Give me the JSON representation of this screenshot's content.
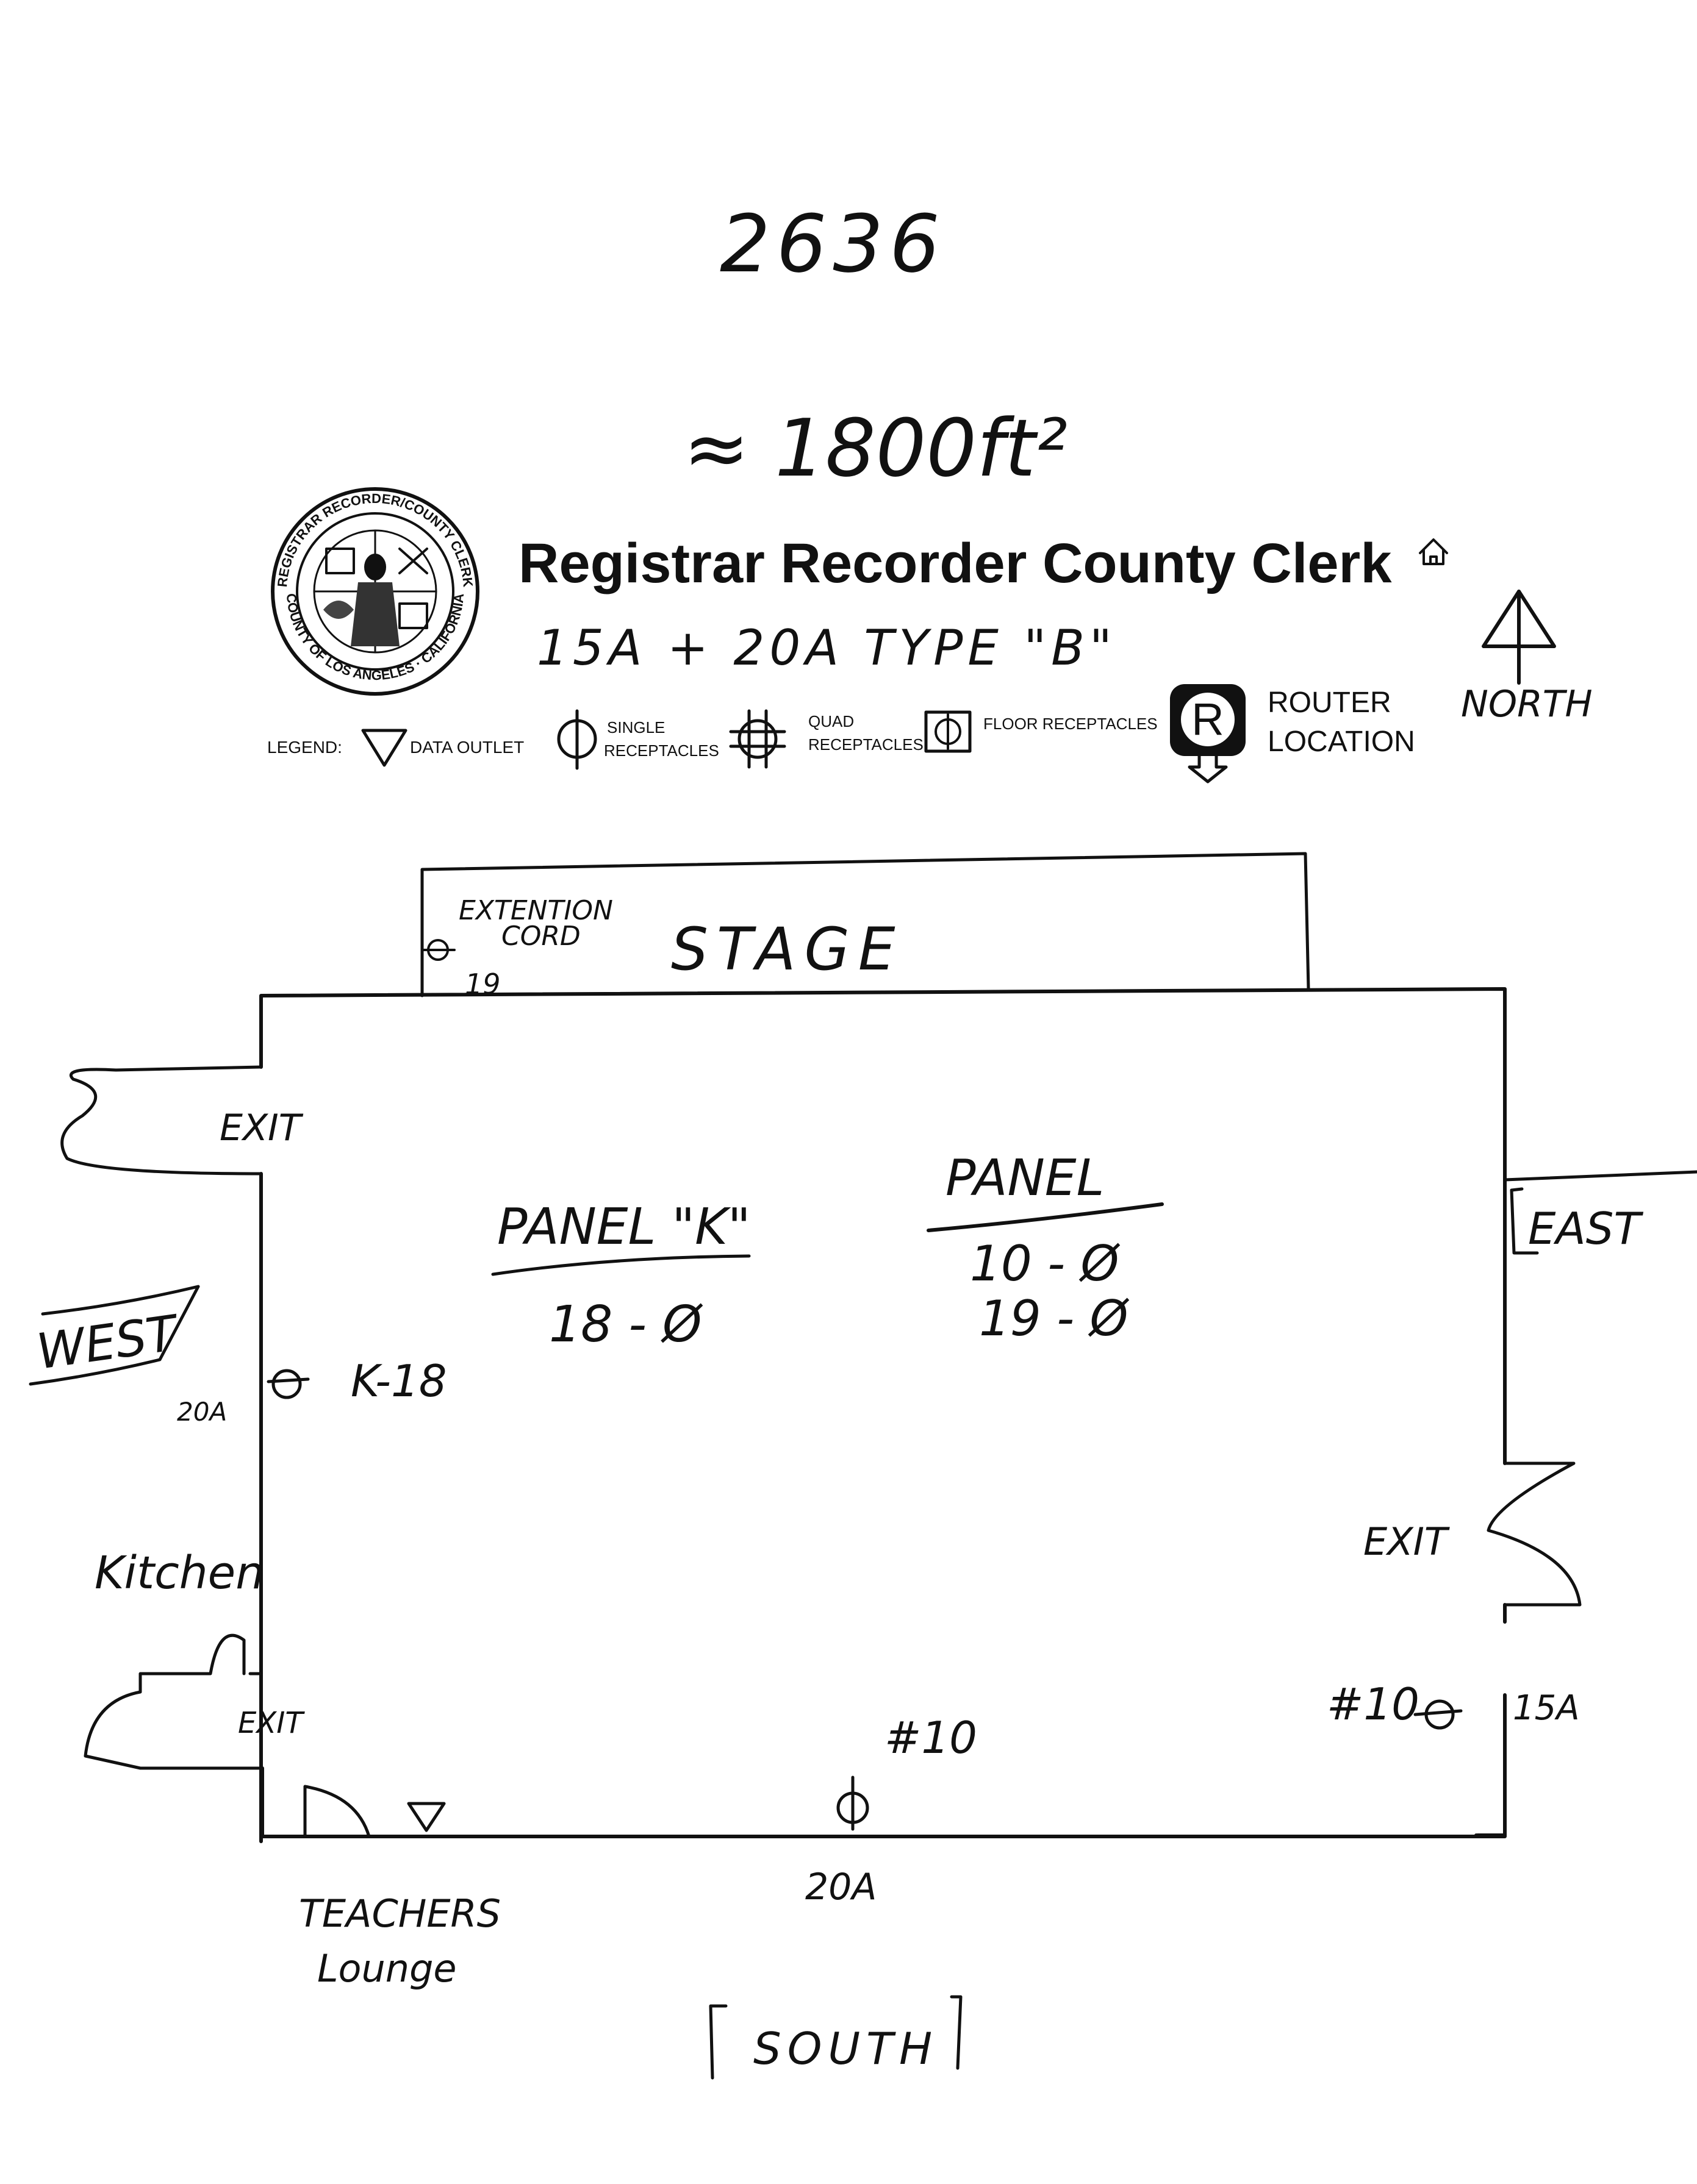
{
  "header": {
    "site_number": "2636",
    "area": "≈ 1800ft²",
    "org_name": "Registrar Recorder County Clerk",
    "seal_text_top": "REGISTRAR RECORDER/COUNTY CLERK",
    "seal_text_bottom": "COUNTY OF LOS ANGELES · CALIFORNIA",
    "power_note": "15A + 20A TYPE \"B\"",
    "north_label": "NORTH"
  },
  "legend": {
    "label": "LEGEND:",
    "items": [
      {
        "symbol": "data-outlet-icon",
        "text_lines": [
          "DATA OUTLET"
        ]
      },
      {
        "symbol": "single-receptacle-icon",
        "text_lines": [
          "SINGLE",
          "RECEPTACLES"
        ]
      },
      {
        "symbol": "quad-receptacle-icon",
        "text_lines": [
          "QUAD",
          "RECEPTACLES"
        ]
      },
      {
        "symbol": "floor-receptacle-icon",
        "text_lines": [
          "FLOOR RECEPTACLES"
        ]
      }
    ],
    "router_letter": "R",
    "router_lines": [
      "ROUTER",
      "LOCATION"
    ]
  },
  "plan": {
    "stage_label": "STAGE",
    "extension_cord_lines": [
      "EXTENTION",
      "CORD"
    ],
    "extension_cord_number": "19",
    "exit_label": "EXIT",
    "west_label": "WEST",
    "east_label": "EAST",
    "south_label": "SOUTH",
    "kitchen_label": "Kitchen",
    "teachers_lounge_lines": [
      "TEACHERS",
      "Lounge"
    ],
    "panel_k": {
      "title": "PANEL \"K\"",
      "circuits": [
        "18 - Ø"
      ]
    },
    "panel": {
      "title": "PANEL",
      "circuits": [
        "10 - Ø",
        "19 - Ø"
      ]
    },
    "west_outlet": {
      "amp": "20A",
      "label": "K-18"
    },
    "east_outlet": {
      "label": "#10",
      "amp": "15A"
    },
    "south_outlet": {
      "label": "#10",
      "amp": "20A"
    }
  }
}
